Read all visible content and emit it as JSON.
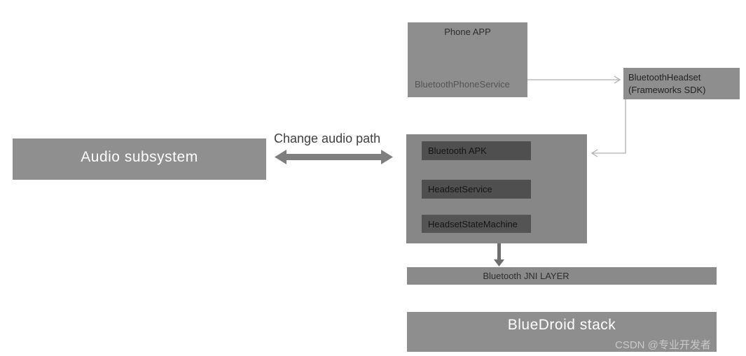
{
  "diagram": {
    "nodes": {
      "audio_subsystem": {
        "label": "Audio subsystem"
      },
      "phone_app": {
        "title": "Phone APP",
        "service": "BluetoothPhoneService"
      },
      "bluetooth_headset": {
        "name": "BluetoothHeadset",
        "sdk": "(Frameworks SDK)"
      },
      "apk_container": {
        "items": [
          {
            "label": "Bluetooth APK"
          },
          {
            "label": "HeadsetService"
          },
          {
            "label": "HeadsetStateMachine"
          }
        ]
      },
      "jni_layer": {
        "label": "Bluetooth JNI LAYER"
      },
      "bluedroid_stack": {
        "label": "BlueDroid stack"
      }
    },
    "annotations": {
      "change_audio_path": {
        "label": "Change audio path"
      },
      "watermark": "CSDN @专业开发者"
    },
    "colors": {
      "box_gray": "#8e8e8e",
      "container_gray": "#878787",
      "subbox_dark": "#4f4f4f",
      "connector_light": "#b0b0b0",
      "thick_arrow_gray": "#7f7f7f",
      "down_arrow_gray": "#6e6e6e",
      "label_white": "#ffffff",
      "watermark_gray": "#c9c9c9"
    }
  }
}
